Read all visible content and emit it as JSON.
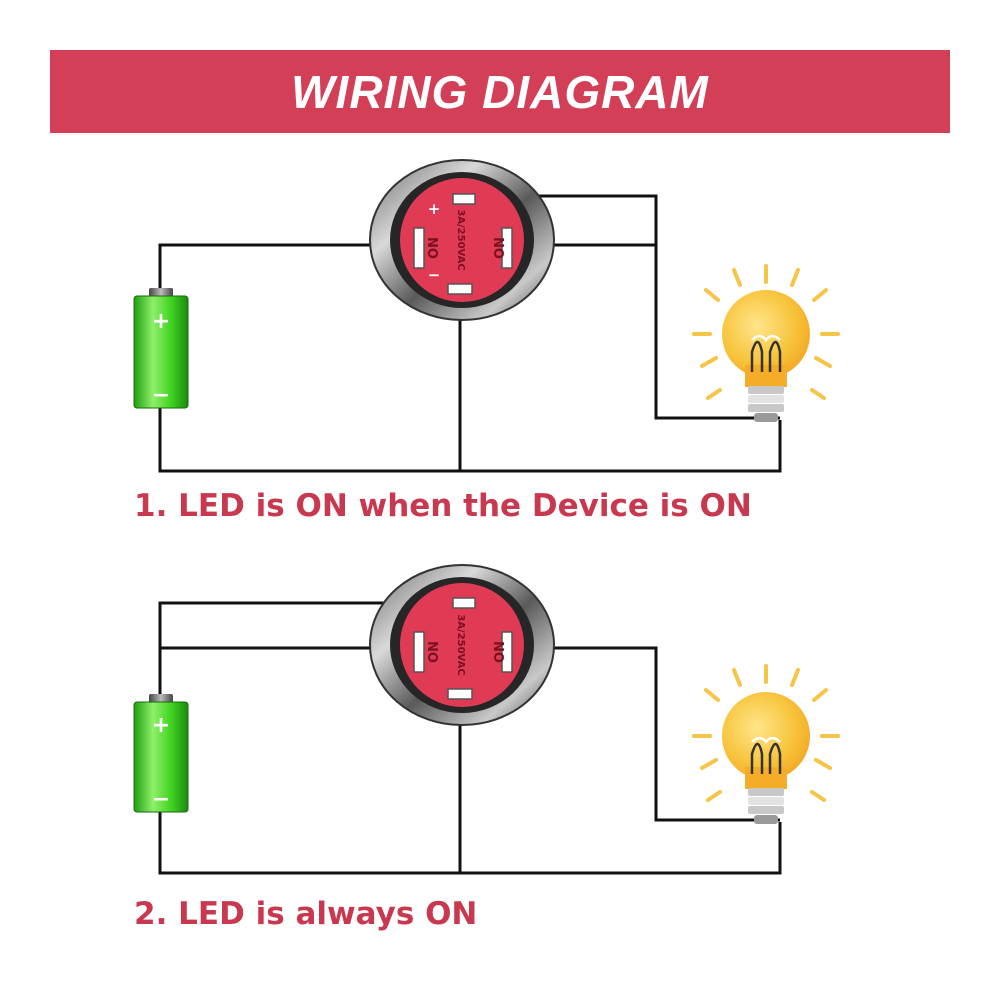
{
  "header": {
    "title": "WIRING DIAGRAM"
  },
  "colors": {
    "banner": "#d23f57",
    "caption": "#c8384e",
    "switch_face": "#e03a55",
    "battery": "#3fd11f",
    "bulb": "#f7b52a"
  },
  "circuits": [
    {
      "caption": "1. LED is ON when the Device is ON",
      "switch": {
        "pin_left": "NO",
        "pin_right": "NO",
        "rating": "3A/250VAC",
        "led_plus": "+",
        "led_minus": "−"
      },
      "battery": {
        "plus": "+",
        "minus": "−"
      }
    },
    {
      "caption": "2. LED is always ON",
      "switch": {
        "pin_left": "NO",
        "pin_right": "NO",
        "rating": "3A/250VAC"
      },
      "battery": {
        "plus": "+",
        "minus": "−"
      }
    }
  ]
}
